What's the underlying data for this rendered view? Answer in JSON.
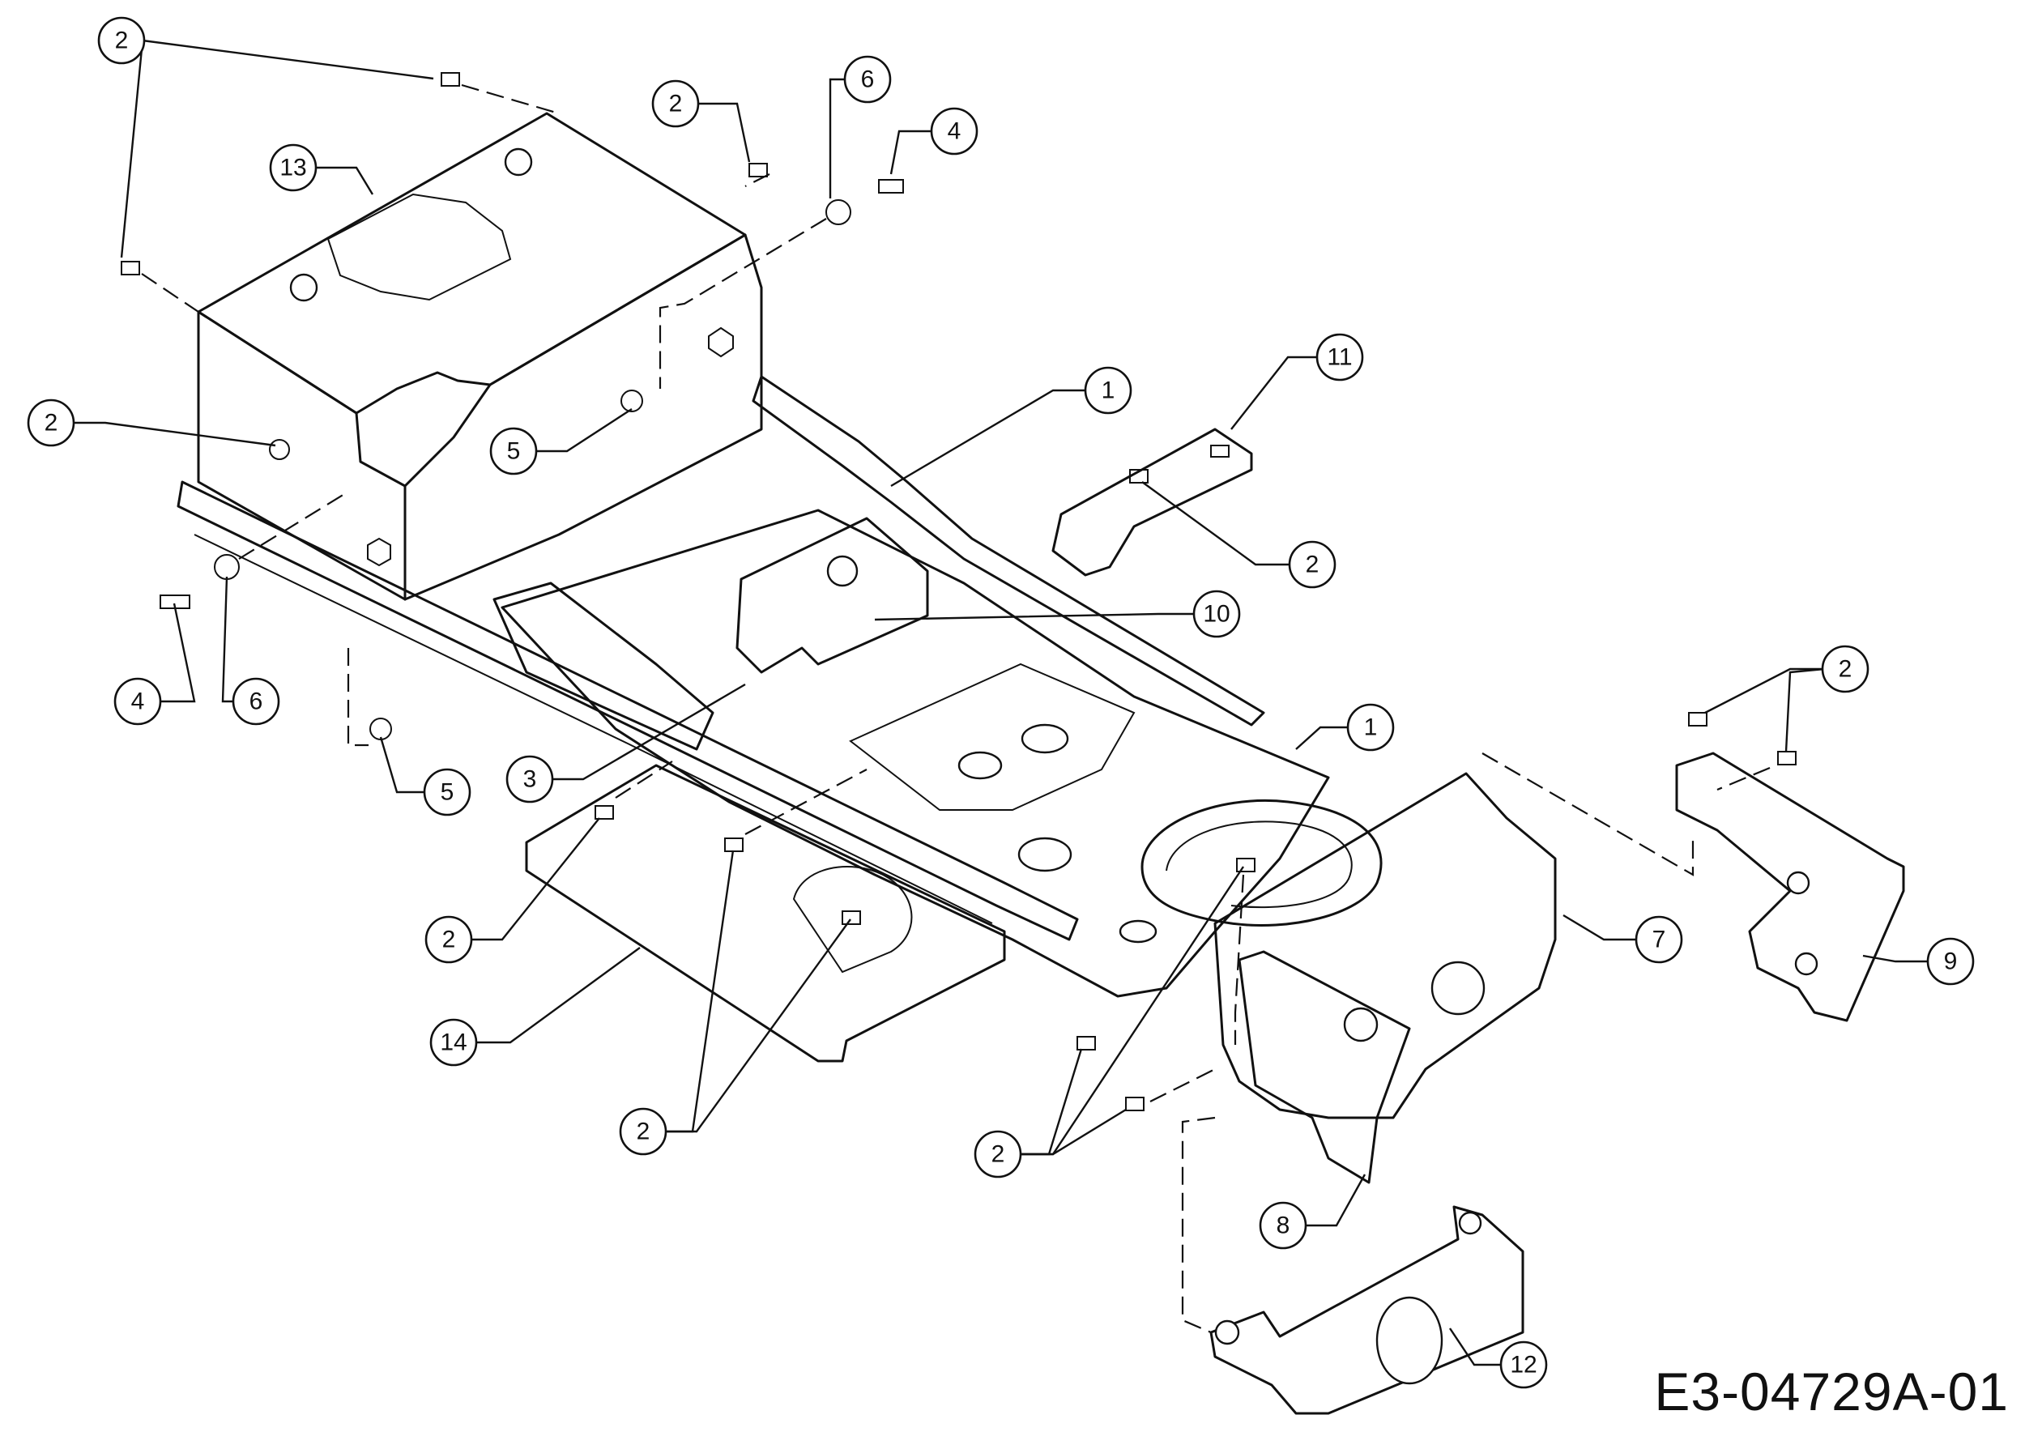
{
  "drawing_code": "E3-04729A-01",
  "callouts": [
    {
      "id": "c1",
      "label": "2"
    },
    {
      "id": "c2",
      "label": "13"
    },
    {
      "id": "c3",
      "label": "2"
    },
    {
      "id": "c4",
      "label": "6"
    },
    {
      "id": "c5",
      "label": "4"
    },
    {
      "id": "c6",
      "label": "2"
    },
    {
      "id": "c7",
      "label": "5"
    },
    {
      "id": "c8",
      "label": "1"
    },
    {
      "id": "c9",
      "label": "11"
    },
    {
      "id": "c10",
      "label": "2"
    },
    {
      "id": "c11",
      "label": "10"
    },
    {
      "id": "c12",
      "label": "4"
    },
    {
      "id": "c13",
      "label": "6"
    },
    {
      "id": "c14",
      "label": "5"
    },
    {
      "id": "c15",
      "label": "3"
    },
    {
      "id": "c16",
      "label": "1"
    },
    {
      "id": "c17",
      "label": "2"
    },
    {
      "id": "c18",
      "label": "2"
    },
    {
      "id": "c19",
      "label": "7"
    },
    {
      "id": "c20",
      "label": "9"
    },
    {
      "id": "c21",
      "label": "14"
    },
    {
      "id": "c22",
      "label": "2"
    },
    {
      "id": "c23",
      "label": "2"
    },
    {
      "id": "c24",
      "label": "8"
    },
    {
      "id": "c25",
      "label": "12"
    }
  ]
}
